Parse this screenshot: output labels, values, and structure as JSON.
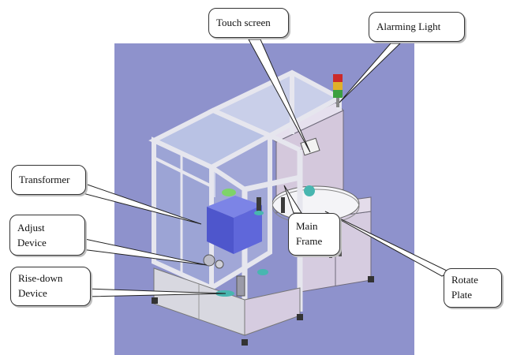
{
  "colors": {
    "background_panel": "#8e92cc",
    "frame": "#e8e8ee",
    "glass": "#b9c2e4",
    "cabinet": "#d6cce0",
    "transformer": "#5b63d8",
    "callout_border": "#333333"
  },
  "callouts": {
    "touch_screen": "Touch screen",
    "alarming_light": "Alarming Light",
    "transformer": "Transformer",
    "adjust_device_line1": "Adjust",
    "adjust_device_line2": "Device",
    "rise_down_line1": "Rise-down",
    "rise_down_line2": "Device",
    "main_frame_line1": "Main",
    "main_frame_line2": "Frame",
    "rotate_plate_line1": "Rotate",
    "rotate_plate_line2": "Plate"
  }
}
